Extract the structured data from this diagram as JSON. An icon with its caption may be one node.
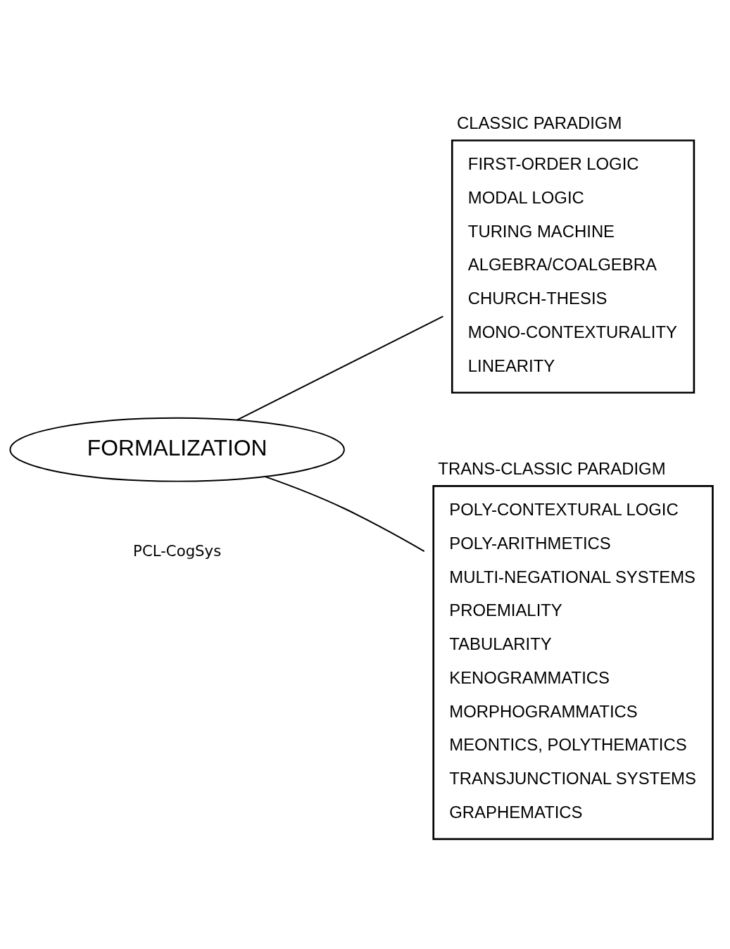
{
  "diagram": {
    "nodes": [
      {
        "text": [
          "FORMALIZATION"
        ]
      },
      {
        "text": [
          "CLASSIC PARADIGM",
          "FIRST-ORDER LOGIC",
          "MODAL LOGIC",
          "TURING MACHINE",
          "ALGEBRA/COALGEBRA",
          "CHURCH-THESIS",
          "MONO-CONTEXTURALITY",
          "LINEARITY"
        ]
      },
      {
        "text": [
          "TRANS-CLASSIC PARADIGM",
          "POLY-CONTEXTURAL LOGIC",
          "POLY-ARITHMETICS",
          "MULTI-NEGATIONAL SYSTEMS",
          "PROEMIALITY",
          "TABULARITY",
          "KENOGRAMMATICS",
          "MORPHOGRAMMATICS",
          "MEONTICS, POLYTHEMATICS",
          "TRANSJUNCTIONAL SYSTEMS",
          "GRAPHEMATICS"
        ]
      }
    ],
    "edges": [
      {
        "from": 0,
        "to": 1,
        "arrow": "none"
      },
      {
        "from": 0,
        "to": 2,
        "arrow": "none"
      }
    ],
    "labels": [
      "PCL-CogSys"
    ]
  }
}
